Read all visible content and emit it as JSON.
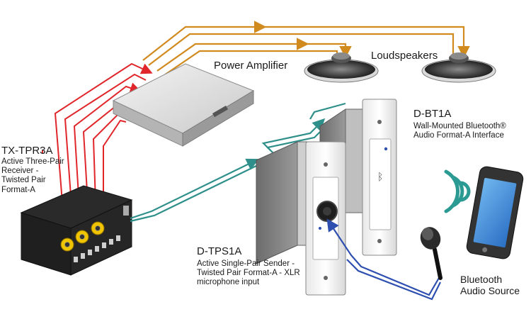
{
  "labels": {
    "power_amplifier": "Power Amplifier",
    "loudspeakers": "Loudspeakers",
    "tx_title": "TX-TPR3A",
    "tx_desc": [
      "Active Three-Pair",
      "Receiver -",
      "Twisted Pair",
      "Format-A"
    ],
    "dbt_title": "D-BT1A",
    "dbt_desc": [
      "Wall-Mounted Bluetooth®",
      "Audio Format-A Interface"
    ],
    "dtps_title": "D-TPS1A",
    "dtps_desc": [
      "Active Single-Pair Sender -",
      "Twisted Pair Format-A - XLR",
      "microphone input"
    ],
    "bt_source": [
      "Bluetooth",
      "Audio Source"
    ]
  },
  "colors": {
    "speaker_wire": "#d08a1e",
    "receiver_wire": "#e0262a",
    "twisted_pair": "#2f8f8a",
    "mic_cable": "#2e4fb0",
    "bluetooth_waves": "#2a9a92"
  }
}
